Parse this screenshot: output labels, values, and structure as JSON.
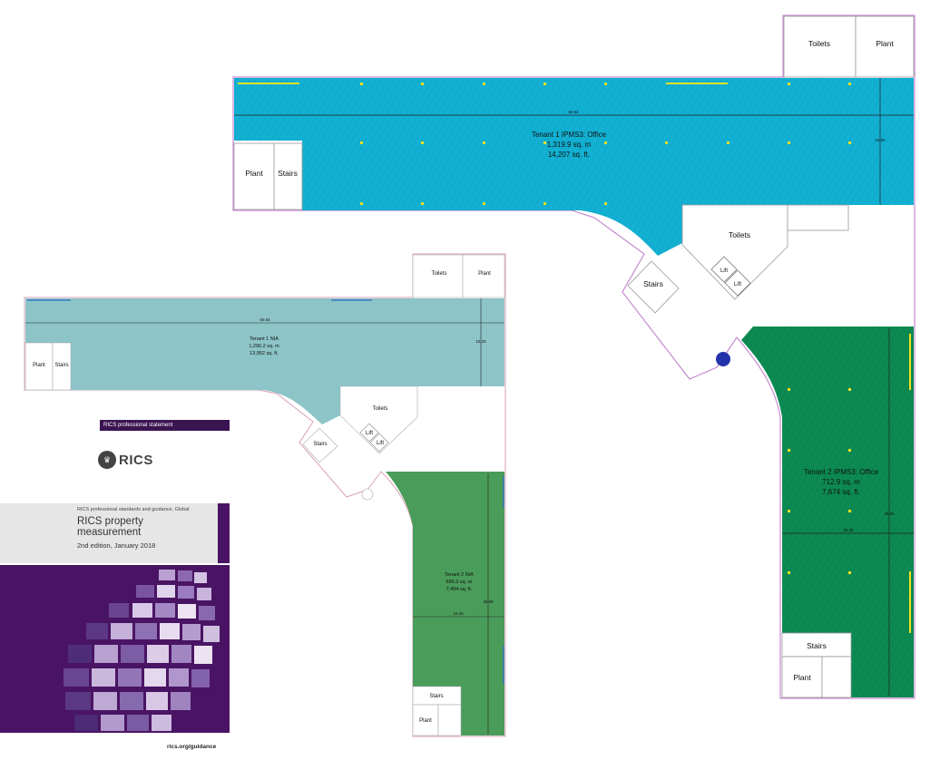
{
  "plan_large": {
    "tenant1": {
      "title": "Tenant 1 IPMS3: Office",
      "sqm": "1,319.9 sq. m",
      "sqft": "14,207 sq. ft."
    },
    "tenant2": {
      "title": "Tenant 2 IPMS3: Office",
      "sqm": "712.9 sq. m",
      "sqft": "7,674 sq. ft."
    },
    "rooms": {
      "toilets_top": "Toilets",
      "plant_top": "Plant",
      "plant_left": "Plant",
      "stairs_left": "Stairs",
      "toilets_core": "Toilets",
      "lift_1": "Lift",
      "lift_2": "Lift",
      "stairs_core": "Stairs",
      "stairs_bottom": "Stairs",
      "plant_bottom": "Plant"
    },
    "dims": {
      "d1": "60.54",
      "d2": "15.30",
      "d3": "45.09",
      "d4": "15.25"
    }
  },
  "plan_small": {
    "tenant1": {
      "title": "Tenant 1 NIA",
      "sqm": "1,296.2 sq. m",
      "sqft": "13,952 sq. ft."
    },
    "tenant2": {
      "title": "Tenant 2 NIA",
      "sqm": "696.2 sq. m",
      "sqft": "7,494 sq. ft."
    },
    "rooms": {
      "toilets_top": "Toilets",
      "plant_top": "Plant",
      "plant_left": "Plant",
      "stairs_left": "Stairs",
      "toilets_core": "Toilets",
      "lift_1": "Lift",
      "lift_2": "Lift",
      "stairs_core": "Stairs",
      "stairs_bottom": "Stairs",
      "plant_bottom": "Plant"
    },
    "dims": {
      "d1": "60.54",
      "d2": "15.30",
      "d3": "45.09",
      "d4": "15.25"
    }
  },
  "cover": {
    "band": "RICS professional statement",
    "logo": "RICS",
    "subtitle": "RICS professional standards and guidance, Global",
    "title_line1": "RICS property",
    "title_line2": "measurement",
    "edition": "2nd edition, January 2018",
    "url": "rics.org/guidance"
  },
  "colors": {
    "tenant1_large": "#12b0d2",
    "tenant2_large": "#0c8a52",
    "tenant1_small": "#8cc4c8",
    "tenant2_small": "#4a9c5a",
    "cover_purple": "#4a1464"
  }
}
